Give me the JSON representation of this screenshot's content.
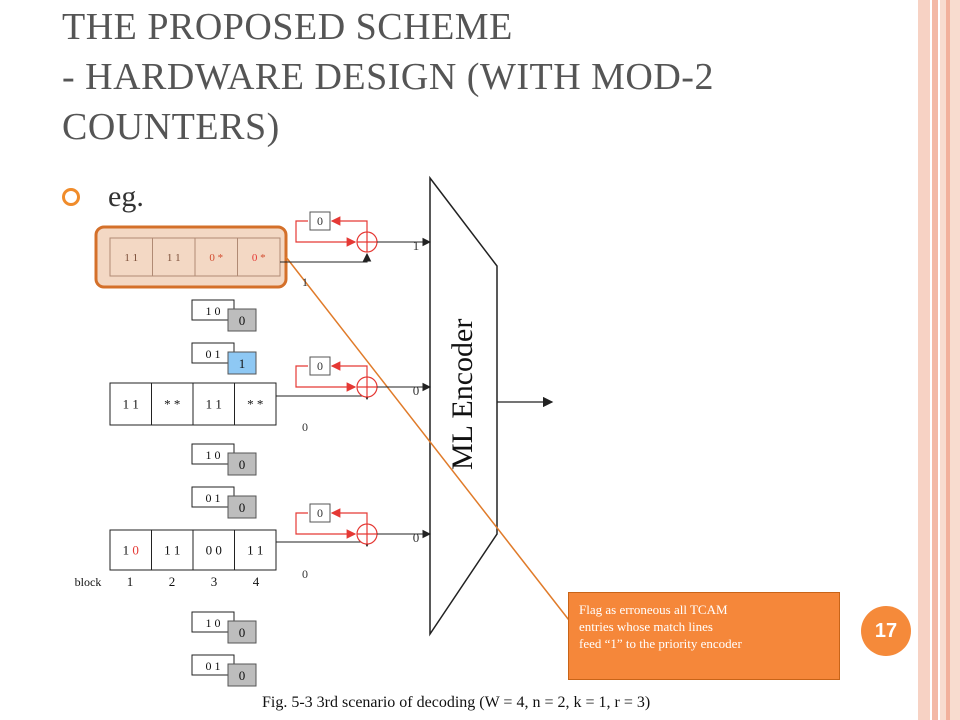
{
  "slide": {
    "title_lines": [
      "THE PROPOSED SCHEME",
      "- HARDWARE DESIGN (WITH MOD-2",
      "COUNTERS)"
    ],
    "bullet": "eg.",
    "callout_lines": [
      "Flag as erroneous all TCAM",
      "entries whose match lines",
      "feed “1” to the priority encoder"
    ],
    "page_number": "17",
    "caption": "Fig. 5-3  3rd scenario of decoding (W = 4, n = 2,  k = 1, r = 3)",
    "colors": {
      "accent": "#f08c2b",
      "callout": "#f5873a",
      "highlight_box": "#f3d8c4",
      "highlight_border": "#d4702a",
      "counter_red": "#e53935",
      "blue_cell": "#8ec8f4",
      "gray_cell": "#bdbdbd"
    }
  },
  "diagram": {
    "encoder_label": "ML Encoder",
    "block_label": "block",
    "block_numbers": [
      "1",
      "2",
      "3",
      "4"
    ],
    "rows": [
      {
        "cells": [
          [
            "1 1"
          ],
          [
            "1 1"
          ],
          [
            "0 *"
          ],
          [
            "0",
            " *"
          ]
        ],
        "highlighted": true,
        "counter_value": "0",
        "match_line_output": "1",
        "feed_label": "1"
      },
      {
        "cells": [
          [
            "1 1"
          ],
          [
            "* *"
          ],
          [
            "1 1"
          ],
          [
            "* *"
          ]
        ],
        "highlighted": false,
        "counter_value": "0",
        "match_line_output": "0",
        "feed_label": "0"
      },
      {
        "cells": [
          [
            "1",
            "0"
          ],
          [
            "1 1"
          ],
          [
            "0 0"
          ],
          [
            "1 1"
          ]
        ],
        "highlighted": false,
        "counter_value": "0",
        "match_line_output": "0",
        "feed_label": "0"
      }
    ],
    "syndrome_groups": [
      [
        {
          "bits": "1 0",
          "flag": "0",
          "flag_style": "gray"
        },
        {
          "bits": "0 1",
          "flag": "1",
          "flag_style": "blue"
        }
      ],
      [
        {
          "bits": "1 0",
          "flag": "0",
          "flag_style": "gray"
        },
        {
          "bits": "0 1",
          "flag": "0",
          "flag_style": "gray"
        }
      ],
      [
        {
          "bits": "1 0",
          "flag": "0",
          "flag_style": "gray"
        },
        {
          "bits": "0 1",
          "flag": "0",
          "flag_style": "gray"
        }
      ]
    ]
  }
}
